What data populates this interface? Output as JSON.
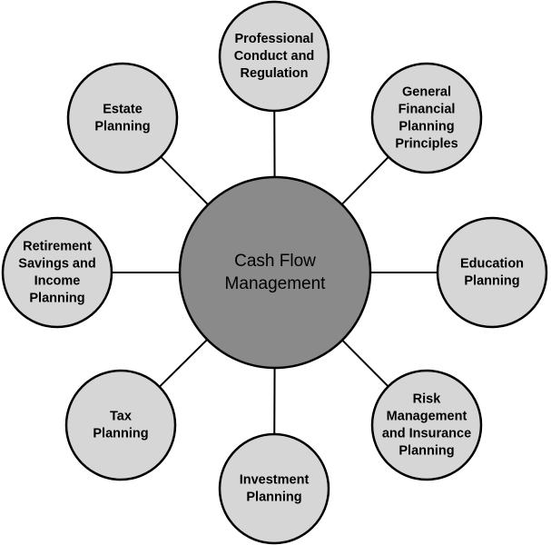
{
  "diagram": {
    "center": {
      "lines": [
        "Cash Flow",
        "Management"
      ]
    },
    "nodes": [
      {
        "id": "professional-conduct",
        "lines": [
          "Professional",
          "Conduct and",
          "Regulation"
        ]
      },
      {
        "id": "general-financial-planning",
        "lines": [
          "General",
          "Financial",
          "Planning",
          "Principles"
        ]
      },
      {
        "id": "education-planning",
        "lines": [
          "Education",
          "Planning"
        ]
      },
      {
        "id": "risk-management",
        "lines": [
          "Risk",
          "Management",
          "and Insurance",
          "Planning"
        ]
      },
      {
        "id": "investment-planning",
        "lines": [
          "Investment",
          "Planning"
        ]
      },
      {
        "id": "tax-planning",
        "lines": [
          "Tax",
          "Planning"
        ]
      },
      {
        "id": "retirement-savings",
        "lines": [
          "Retirement",
          "Savings and",
          "Income",
          "Planning"
        ]
      },
      {
        "id": "estate-planning",
        "lines": [
          "Estate",
          "Planning"
        ]
      }
    ],
    "colors": {
      "center_fill": "#8a8a8a",
      "node_fill": "#d6d6d6",
      "stroke": "#000000"
    }
  }
}
